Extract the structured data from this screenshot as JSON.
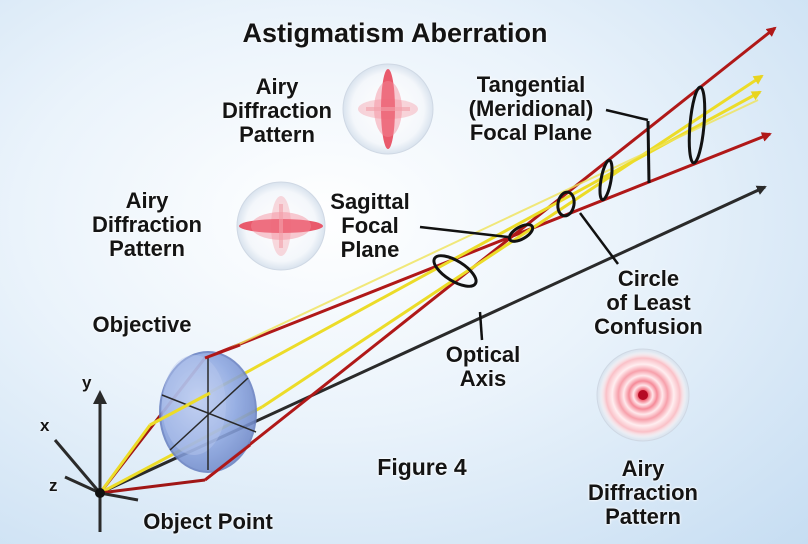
{
  "title": "Astigmatism Aberration",
  "labels": {
    "airy_top": [
      "Airy",
      "Diffraction",
      "Pattern"
    ],
    "airy_left": [
      "Airy",
      "Diffraction",
      "Pattern"
    ],
    "airy_bottom": [
      "Airy",
      "Diffraction",
      "Pattern"
    ],
    "tangential": [
      "Tangential",
      "(Meridional)",
      "Focal Plane"
    ],
    "sagittal": [
      "Sagittal",
      "Focal",
      "Plane"
    ],
    "circle_least_confusion": [
      "Circle",
      "of Least",
      "Confusion"
    ],
    "objective": "Objective",
    "optical_axis": [
      "Optical",
      "Axis"
    ],
    "figure": "Figure 4",
    "object_point": "Object Point"
  },
  "axes": {
    "x": "x",
    "y": "y",
    "z": "z"
  },
  "colors": {
    "background": "#d6e7f7",
    "ray_red": "#a01616",
    "ray_yellow": "#ecdc28",
    "optical_axis": "#2a2a2a",
    "lens": "#8ea8e0",
    "airy_pink": "#e85a6a"
  }
}
